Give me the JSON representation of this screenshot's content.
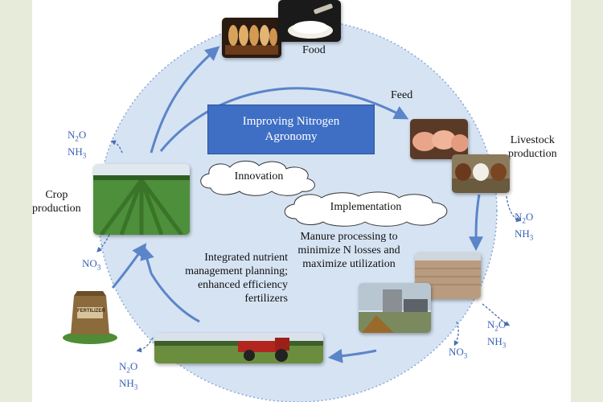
{
  "title": [
    "Improving Nitrogen",
    "Agronomy"
  ],
  "clouds": {
    "innovation": "Innovation",
    "implementation": "Implementation"
  },
  "labels": {
    "food": "Food",
    "feed": "Feed",
    "livestock": [
      "Livestock",
      "production"
    ],
    "crop": [
      "Crop",
      "production"
    ]
  },
  "texts": {
    "manure": [
      "Manure processing to",
      "minimize N losses and",
      "maximize utilization"
    ],
    "nutrient": [
      "Integrated nutrient",
      "management planning;",
      "enhanced efficiency",
      "fertilizers"
    ]
  },
  "emissions": {
    "top_left": [
      "N2O",
      "NH3"
    ],
    "right": [
      "N2O",
      "NH3"
    ],
    "crop_no3": "NO3",
    "bottom_right_1": [
      "N2O",
      "NH3"
    ],
    "bottom_right_no3": "NO3",
    "bottom_left": [
      "N2O",
      "NH3"
    ]
  },
  "fertilizer_bag_text": "FERTILIZER",
  "colors": {
    "circle_fill": "#d6e3f3",
    "arrow": "#5b85c8",
    "title_box": "#3f6fc4",
    "gas_text": "#3a64b4",
    "side_panel": "#e6ecd9"
  },
  "icons": [
    "bread-photo",
    "flour-photo",
    "pigs-photo",
    "cows-photo",
    "crop-field-photo",
    "manure-field-photo",
    "processing-plant-photo",
    "tractor-photo",
    "fertilizer-bag-photo"
  ]
}
